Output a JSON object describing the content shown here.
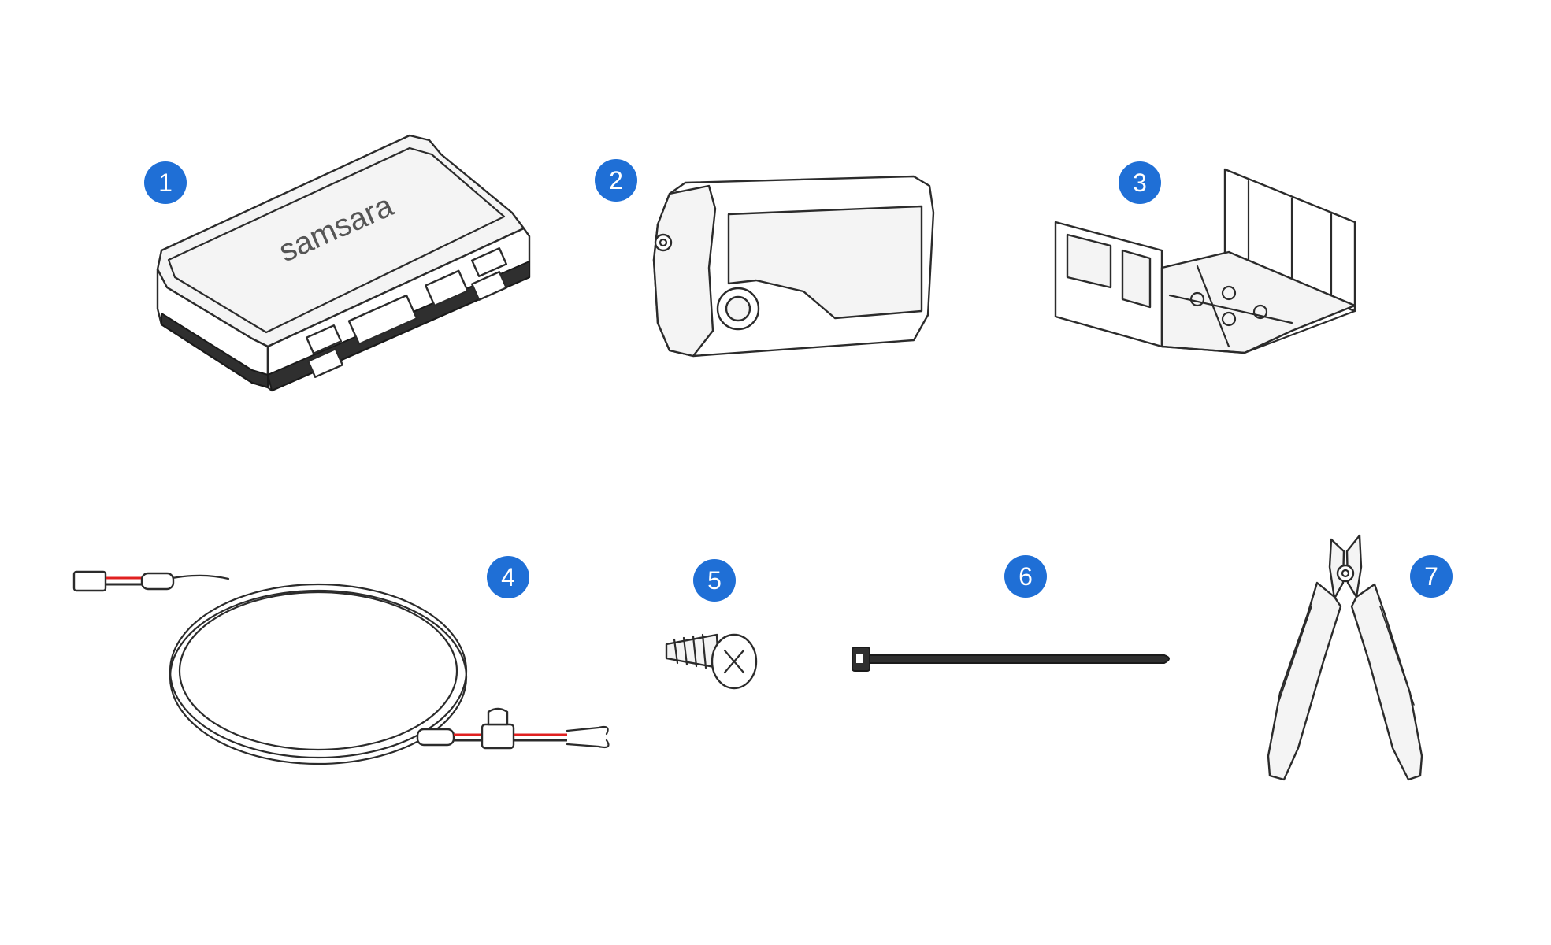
{
  "components": [
    {
      "number": "1",
      "device_label": "samsara",
      "icon": "gateway-device-icon"
    },
    {
      "number": "2",
      "icon": "camera-device-icon"
    },
    {
      "number": "3",
      "icon": "mounting-bracket-icon"
    },
    {
      "number": "4",
      "icon": "power-cable-icon"
    },
    {
      "number": "5",
      "icon": "screw-icon"
    },
    {
      "number": "6",
      "icon": "cable-tie-icon"
    },
    {
      "number": "7",
      "icon": "wire-cutter-icon"
    }
  ],
  "colors": {
    "badge": "#1f6fd6",
    "wire_red": "#e02020",
    "outline": "#2b2b2b"
  }
}
